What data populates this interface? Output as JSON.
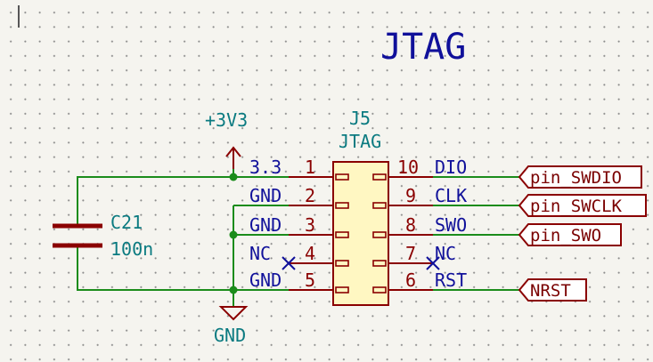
{
  "sheet": {
    "title": "JTAG"
  },
  "power": {
    "supply": "+3V3",
    "ground": "GND"
  },
  "capacitor": {
    "ref": "C21",
    "value": "100n"
  },
  "connector": {
    "ref": "J5",
    "value": "JTAG",
    "left_pins": [
      {
        "num": "1",
        "name": "3.3"
      },
      {
        "num": "2",
        "name": "GND"
      },
      {
        "num": "3",
        "name": "GND"
      },
      {
        "num": "4",
        "name": "NC"
      },
      {
        "num": "5",
        "name": "GND"
      }
    ],
    "right_pins": [
      {
        "num": "10",
        "name": "DIO"
      },
      {
        "num": "9",
        "name": "CLK"
      },
      {
        "num": "8",
        "name": "SWO"
      },
      {
        "num": "7",
        "name": "NC"
      },
      {
        "num": "6",
        "name": "RST"
      }
    ]
  },
  "net_labels": [
    "pin_SWDIO",
    "pin_SWCLK",
    "pin_SWO",
    "NRST"
  ],
  "colors": {
    "wire": "#1b8c1b",
    "component": "#8a0000",
    "body_fill": "#fff7c2",
    "text_blue": "#10109a",
    "text_teal": "#0a7a80"
  }
}
